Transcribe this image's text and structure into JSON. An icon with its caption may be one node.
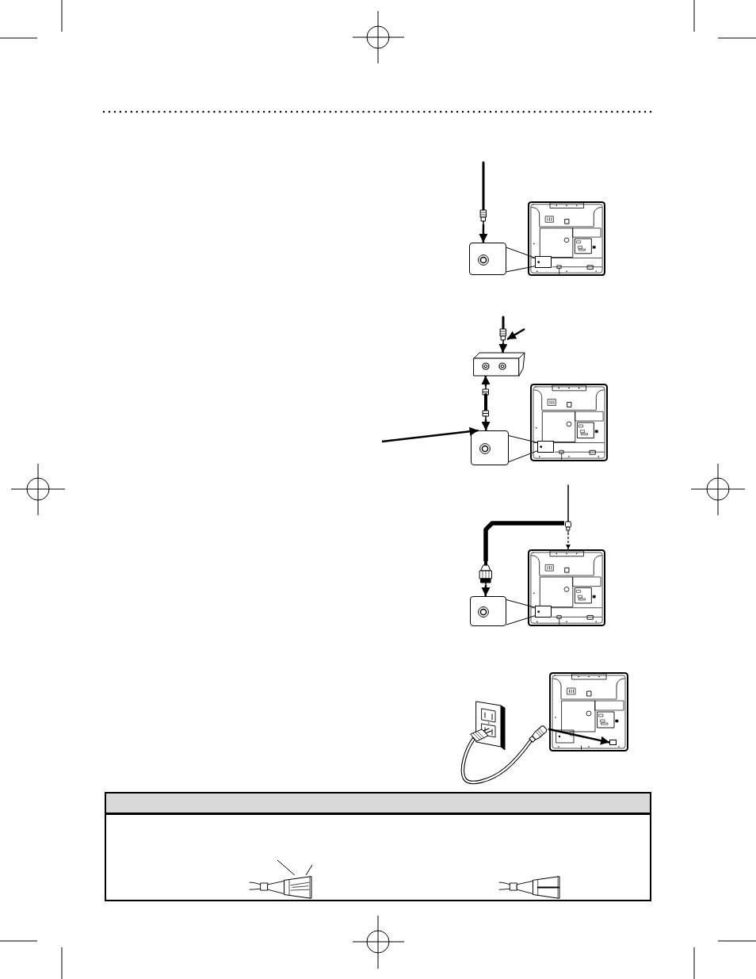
{
  "diagram": {
    "nodes": [
      {
        "text": [],
        "shape": "picture"
      },
      {
        "text": [],
        "shape": "box"
      },
      {
        "text": [],
        "shape": "picture"
      },
      {
        "text": [],
        "shape": "box",
        "in": 2
      },
      {
        "text": [],
        "shape": "picture"
      },
      {
        "text": [],
        "shape": "box"
      },
      {
        "text": [],
        "shape": "picture"
      },
      {
        "text": [],
        "shape": "box"
      },
      {
        "text": [],
        "shape": "picture"
      },
      {
        "text": [],
        "shape": "box",
        "in": 8
      },
      {
        "text": [],
        "shape": "picture"
      },
      {
        "text": [],
        "shape": "picture"
      },
      {
        "text": [],
        "shape": "box"
      },
      {
        "text": [],
        "shape": "picture"
      },
      {
        "text": [],
        "shape": "box",
        "in": 13
      },
      {
        "text": [],
        "shape": "picture"
      },
      {
        "text": [],
        "shape": "picture"
      },
      {
        "text": [],
        "shape": "picture"
      },
      {
        "text": [],
        "shape": "box",
        "in": 17
      },
      {
        "text": [],
        "shape": "box"
      },
      {
        "text": [],
        "shape": "band",
        "in": 19
      },
      {
        "text": [],
        "shape": "picture",
        "in": 19
      },
      {
        "text": [],
        "shape": "picture",
        "in": 19
      }
    ],
    "edges": [
      {
        "from": 0,
        "to": 1,
        "arrow": "to"
      },
      {
        "from": 1,
        "to": 3,
        "arrow": "none"
      },
      {
        "from": 1,
        "to": 3,
        "arrow": "none"
      },
      {
        "from": null,
        "to": 4,
        "arrow": "to"
      },
      {
        "from": 4,
        "to": 5,
        "arrow": "to"
      },
      {
        "from": 6,
        "to": 5,
        "arrow": "to"
      },
      {
        "from": 6,
        "to": 7,
        "arrow": "to"
      },
      {
        "from": null,
        "to": 7,
        "arrow": "to"
      },
      {
        "from": 7,
        "to": 9,
        "arrow": "none"
      },
      {
        "from": 7,
        "to": 9,
        "arrow": "none"
      },
      {
        "from": 10,
        "to": 11,
        "arrow": "none",
        "style": "thick"
      },
      {
        "from": 10,
        "to": 13,
        "arrow": "to",
        "style": "dashed"
      },
      {
        "from": 11,
        "to": 12,
        "arrow": "to"
      },
      {
        "from": 12,
        "to": 14,
        "arrow": "none"
      },
      {
        "from": 12,
        "to": 14,
        "arrow": "none"
      },
      {
        "from": 16,
        "to": 18,
        "arrow": "to"
      },
      {
        "from": null,
        "to": 21,
        "arrow": "none"
      },
      {
        "from": null,
        "to": 21,
        "arrow": "none"
      }
    ]
  }
}
